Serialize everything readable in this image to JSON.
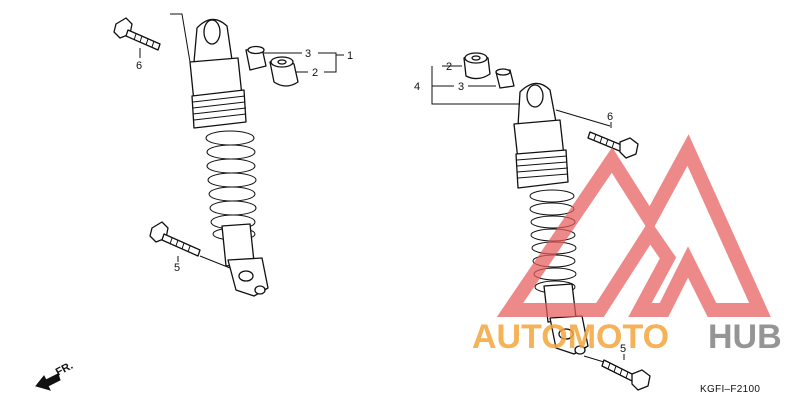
{
  "diagram": {
    "code": "KGFI–F2100",
    "direction_label": "FR.",
    "callouts": {
      "left_1": "1",
      "left_2": "2",
      "left_3": "3",
      "left_6": "6",
      "left_5": "5",
      "right_4": "4",
      "right_2": "2",
      "right_3": "3",
      "right_6": "6",
      "right_5": "5"
    }
  },
  "watermark": {
    "text_left": "AUTOMOTO",
    "text_right": "HUB",
    "color_left": "#f4a53a",
    "color_right": "#8a8a8a",
    "logo_color": "#e85c5c"
  }
}
